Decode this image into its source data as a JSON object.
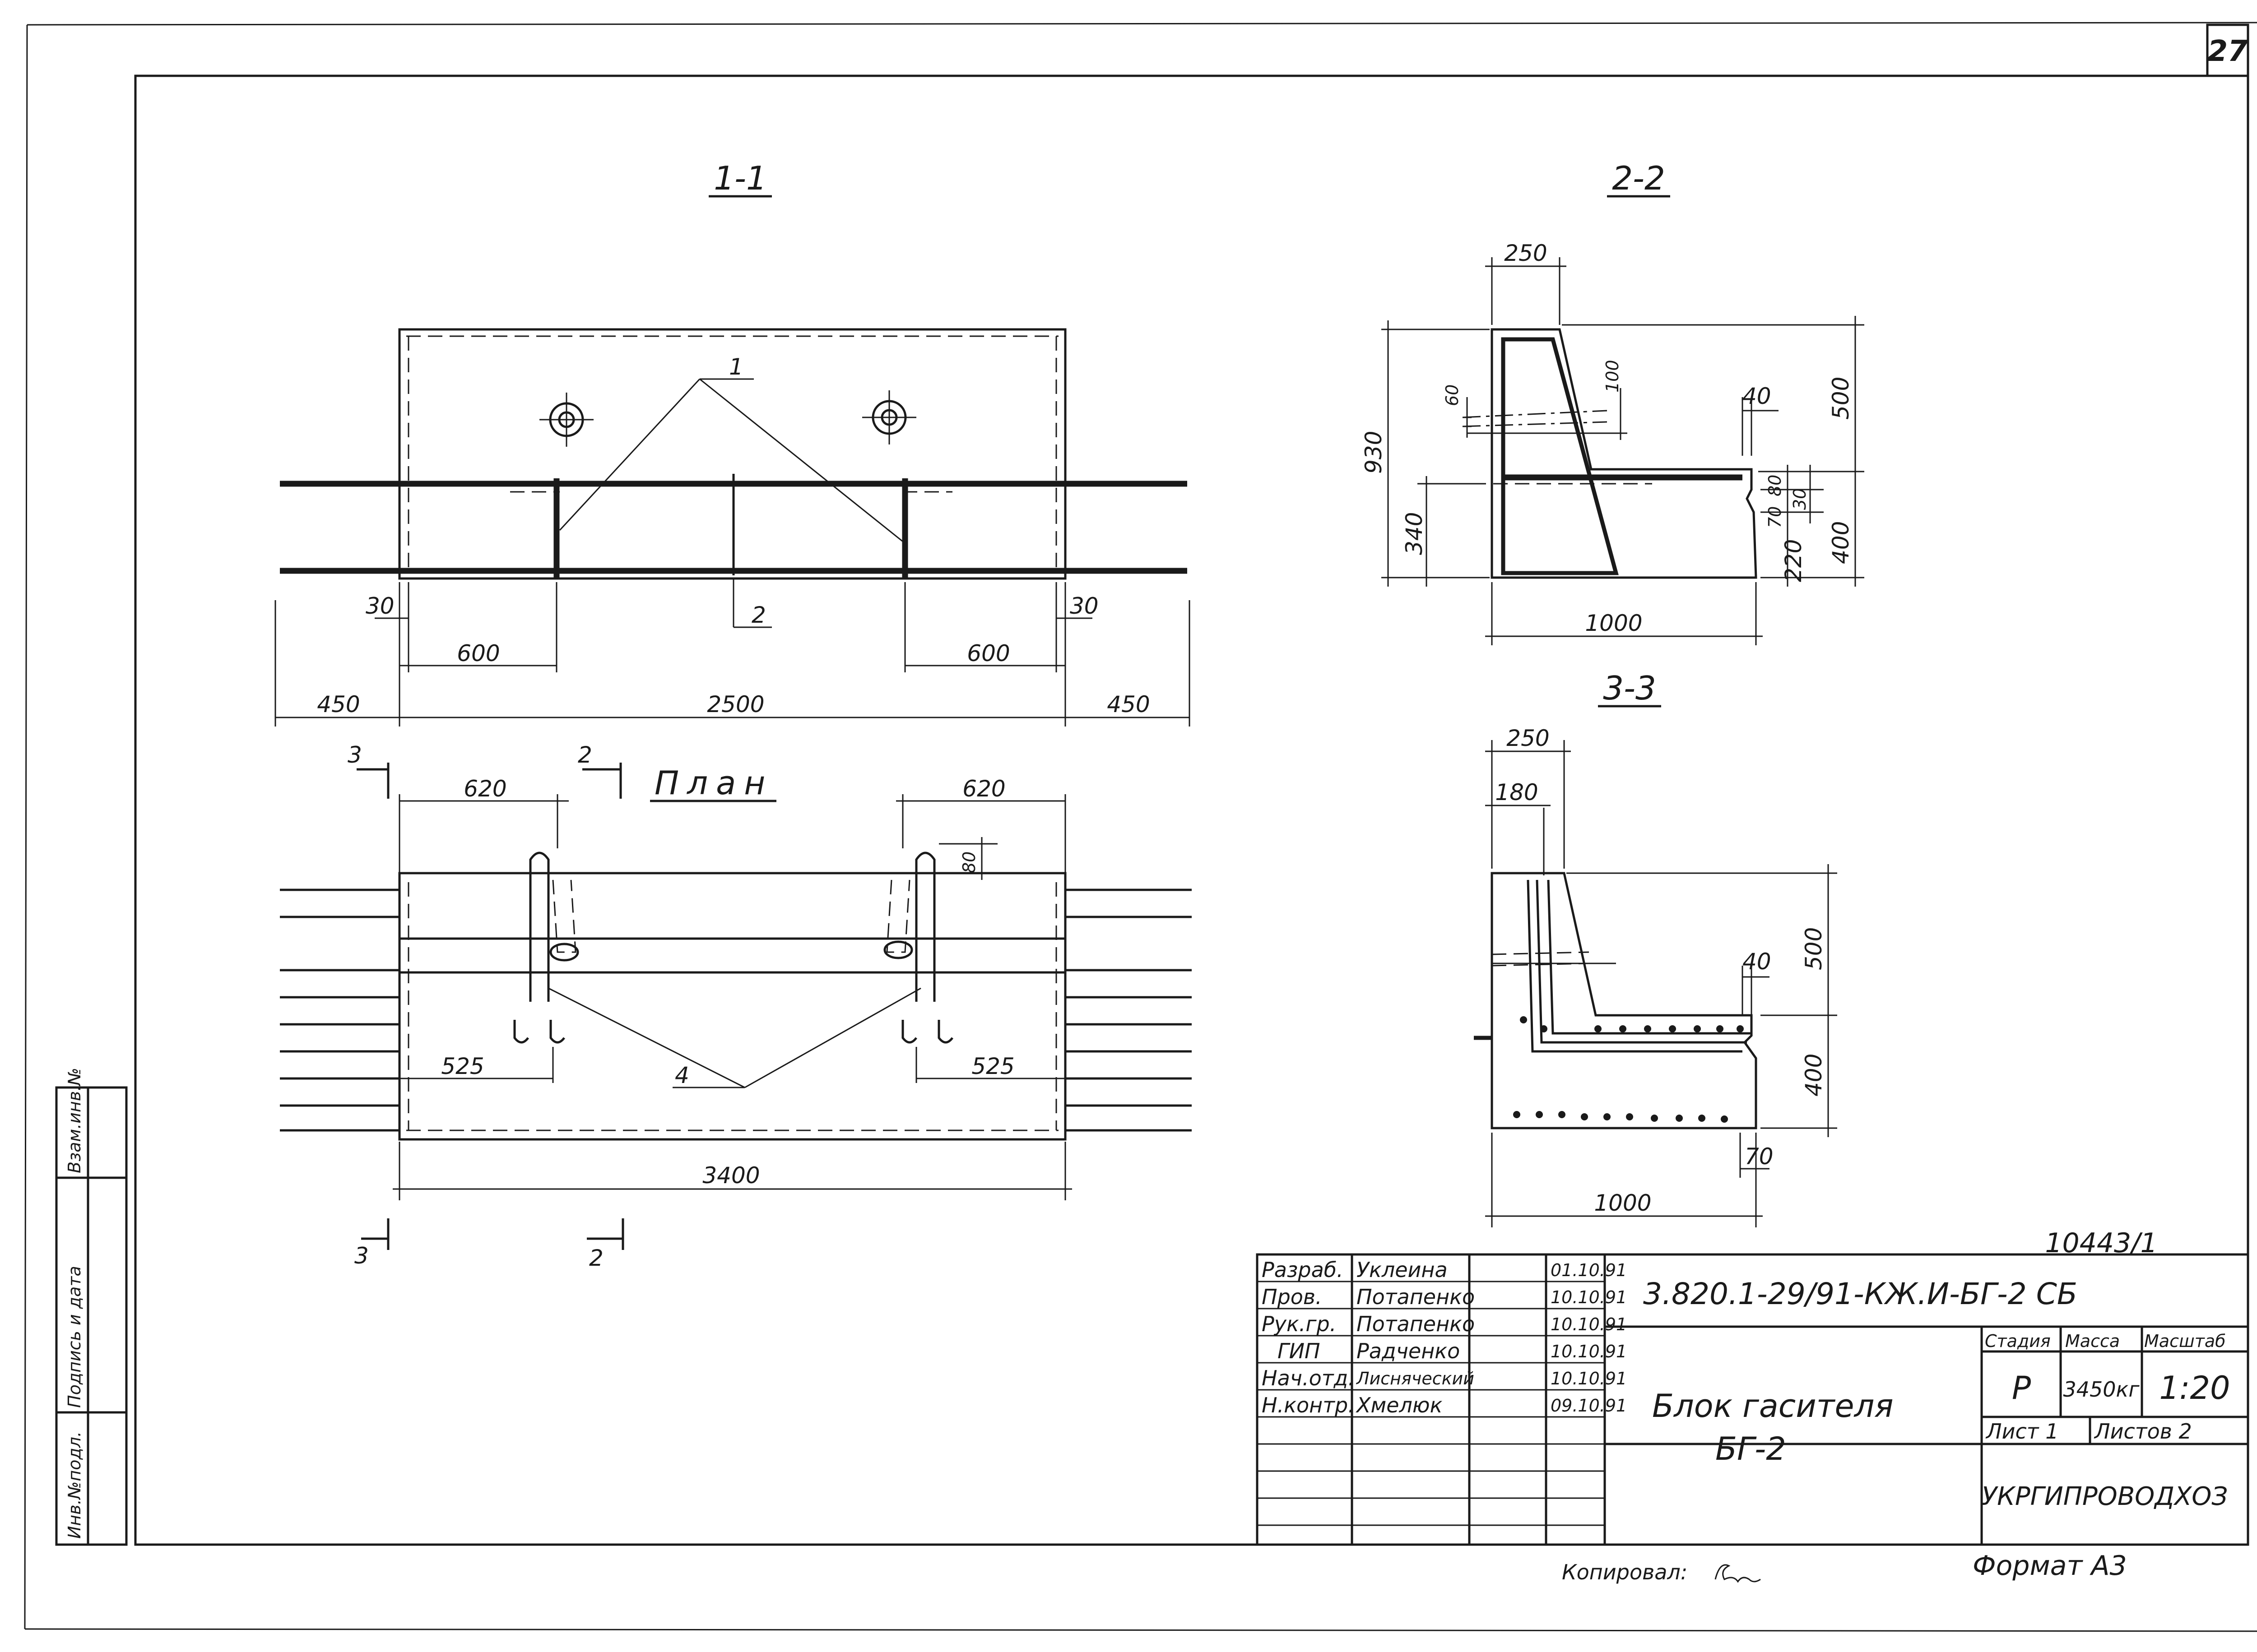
{
  "sheet": {
    "number": "27",
    "archive_no": "10443/1"
  },
  "views": {
    "s11": {
      "label": "1-1",
      "dims": {
        "d30a": "30",
        "d30b": "30",
        "d600a": "600",
        "d600b": "600",
        "d450a": "450",
        "d2500": "2500",
        "d450b": "450"
      },
      "callouts": {
        "c1": "1",
        "c2": "2"
      }
    },
    "s22": {
      "label": "2-2",
      "dims": {
        "d250": "250",
        "d930": "930",
        "d60": "60",
        "d100": "100",
        "d40": "40",
        "d500": "500",
        "d340": "340",
        "d80": "80",
        "d70": "70",
        "d30": "30",
        "d220": "220",
        "d400": "400",
        "d1000": "1000"
      }
    },
    "s33": {
      "label": "3-3",
      "dims": {
        "d250": "250",
        "d180": "180",
        "d500": "500",
        "d40": "40",
        "d400": "400",
        "d70": "70",
        "d1000": "1000"
      }
    },
    "plan": {
      "label": "План",
      "dims": {
        "d620a": "620",
        "d620b": "620",
        "d80": "80",
        "d525a": "525",
        "d525b": "525",
        "d3400": "3400"
      },
      "callouts": {
        "c4": "4"
      },
      "cuts": {
        "c3top": "3",
        "c2top": "2",
        "c3bot": "3",
        "c2bot": "2"
      }
    }
  },
  "side_stamp": {
    "c1": "Инв.№подл.",
    "c2": "Подпись и дата",
    "c3": "Взам.инв.№"
  },
  "title_block": {
    "designation": "3.820.1-29/91-КЖ.И-БГ-2 СБ",
    "rows": [
      {
        "role": "Разраб.",
        "name": "Уклеина",
        "date": "01.10.91"
      },
      {
        "role": "Пров.",
        "name": "Потапенко",
        "date": "10.10.91"
      },
      {
        "role": "Рук.гр.",
        "name": "Потапенко",
        "date": "10.10.91"
      },
      {
        "role": "ГИП",
        "name": "Радченко",
        "date": "10.10.91"
      },
      {
        "role": "Нач.отд.",
        "name": "Лисняческий",
        "date": "10.10.91"
      },
      {
        "role": "Н.контр.",
        "name": "Хмелюк",
        "date": "09.10.91"
      }
    ],
    "title_line1": "Блок гасителя",
    "title_line2": "БГ-2",
    "stage_label": "Стадия",
    "mass_label": "Масса",
    "scale_label": "Масштаб",
    "stage": "Р",
    "mass": "3450кг",
    "scale": "1:20",
    "sheet_label": "Лист 1",
    "sheets_label": "Листов 2",
    "org": "УКРГИПРОВОДХОЗ"
  },
  "footer": {
    "copied": "Копировал:",
    "format": "Формат А3"
  }
}
